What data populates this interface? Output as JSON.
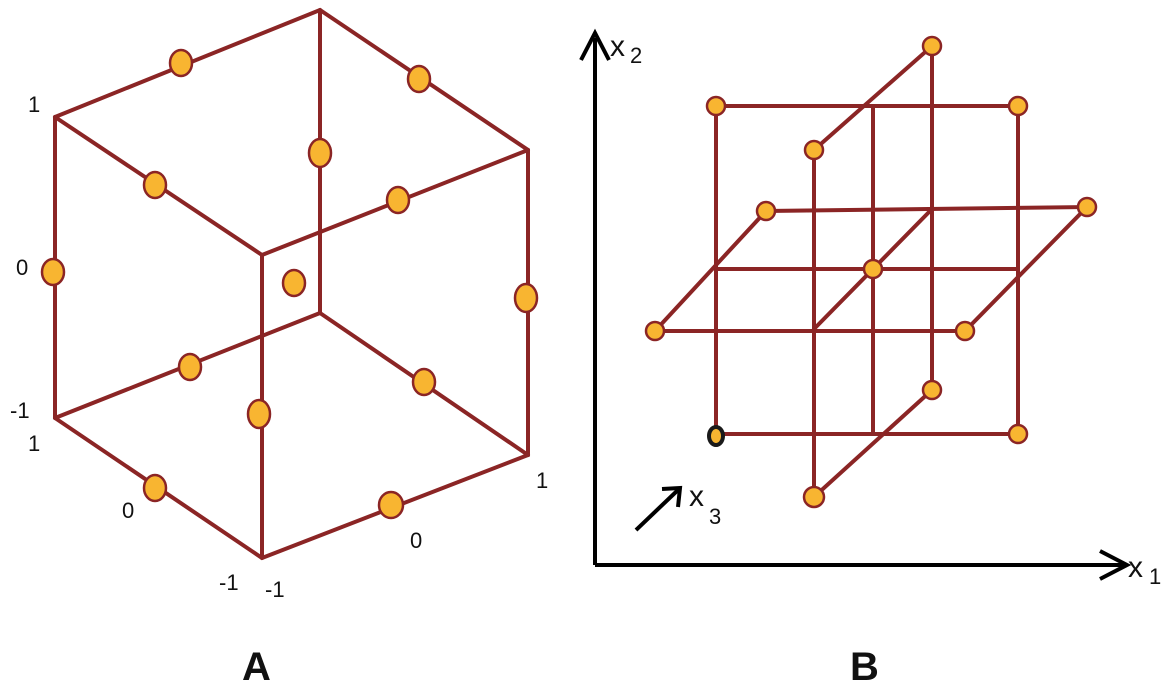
{
  "panel_a": {
    "label": "A",
    "tick_labels": {
      "top_left_1": "1",
      "mid_left_0": "0",
      "left_minus1": "-1",
      "left_1": "1",
      "bottom_left_0": "0",
      "bottom_minus1_a": "-1",
      "bottom_minus1_b": "-1",
      "bottom_right_0": "0",
      "right_1": "1"
    }
  },
  "panel_b": {
    "label": "B",
    "axes": {
      "x1": {
        "main": "x",
        "sub": "1"
      },
      "x2": {
        "main": "x",
        "sub": "2"
      },
      "x3": {
        "main": "x",
        "sub": "3"
      }
    }
  },
  "colors": {
    "edge": "#8b2525",
    "point_fill": "#f8b531",
    "axis": "#000000"
  }
}
